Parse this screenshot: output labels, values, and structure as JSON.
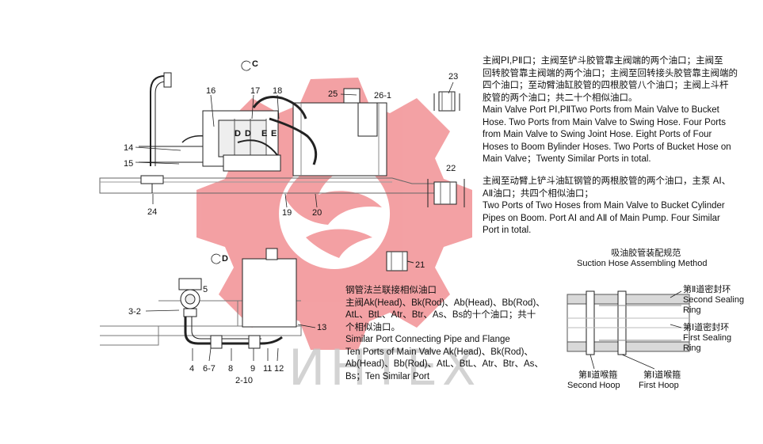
{
  "diagram": {
    "view_c_label": "C",
    "view_d_label": "D",
    "part_numbers_c": {
      "p14": "14",
      "p15": "15",
      "p16": "16",
      "p17": "17",
      "p18": "18",
      "p24": "24",
      "p19": "19",
      "p20": "20",
      "p25": "25",
      "p26_1": "26-1",
      "p23": "23",
      "p22": "22",
      "p21": "21"
    },
    "part_numbers_d": {
      "p5": "5",
      "p3_2": "3-2",
      "p4": "4",
      "p6_7": "6-7",
      "p8": "8",
      "p9": "9",
      "p11": "11",
      "p12": "12",
      "p13": "13",
      "p2_10": "2-10"
    },
    "inline_marks": {
      "d1": "D",
      "d2": "D",
      "e1": "E",
      "e2": "E"
    }
  },
  "notes": {
    "main_valve_ports": {
      "cn_lines": [
        "主阀PⅠ,PⅡ口；主阀至铲斗胶管靠主阀端的两个油口；主阀至",
        "回转胶管靠主阀端的两个油口；主阀至回转接头胶管靠主阀端的",
        "四个油口；至动臂油缸胶管的四根胶管八个油口；主阀上斗杆",
        "胶管的两个油口；共二十个相似油口。"
      ],
      "en_lines": [
        "Main Valve Port PⅠ,PⅡTwo Ports from Main Valve to Bucket",
        "Hose. Two Ports from Main Valve to Swing Hose. Four Ports",
        "from Main Valve to Swing Joint Hose. Eight Ports of Four",
        "Hoses to Boom Bylinder Hoses. Two Ports of Bucket Hose on",
        "Main Valve；Twenty Similar Ports in total."
      ]
    },
    "boom_pipes": {
      "cn_lines": [
        "主阀至动臂上铲斗油缸钢管的两根胶管的两个油口，主泵 AⅠ、",
        "AⅡ油口；共四个相似油口；"
      ],
      "en_lines": [
        "Two Ports of Two Hoses from Main Valve to Bucket Cylinder",
        "Pipes on Boom. Port AⅠ and AⅡ of Main Pump. Four Similar",
        "Port in total."
      ]
    },
    "flange_ports": {
      "cn_lines": [
        "钢管法兰联接相似油口",
        "主阀Ak(Head)、Bk(Rod)、Ab(Head)、Bb(Rod)、",
        "AtL、BtL、Atr、Btr、As、Bs的十个油口；共十",
        "个相似油口。"
      ],
      "en_lines": [
        "Similar Port Connecting Pipe and Flange",
        "Ten Ports of Main Valve Ak(Head)、Bk(Rod)、",
        "Ab(Head)、Bb(Rod)、AtL、BtL、Atr、Btr、As、",
        "Bs；Ten Similar Port"
      ]
    }
  },
  "suction": {
    "title_cn": "吸油胶管装配规范",
    "title_en": "Suction Hose Assembling Method",
    "second_ring_cn": "第Ⅱ道密封环",
    "second_ring_en_1": "Second Sealing",
    "second_ring_en_2": "Ring",
    "first_ring_cn": "第Ⅰ道密封环",
    "first_ring_en_1": "First Sealing",
    "first_ring_en_2": "Ring",
    "second_hoop_cn": "第Ⅱ道喉箍",
    "second_hoop_en": "Second Hoop",
    "first_hoop_cn": "第Ⅰ道喉箍",
    "first_hoop_en": "First Hoop"
  },
  "watermark": {
    "text": "ИНТЕХ",
    "color": "#f08f90"
  }
}
